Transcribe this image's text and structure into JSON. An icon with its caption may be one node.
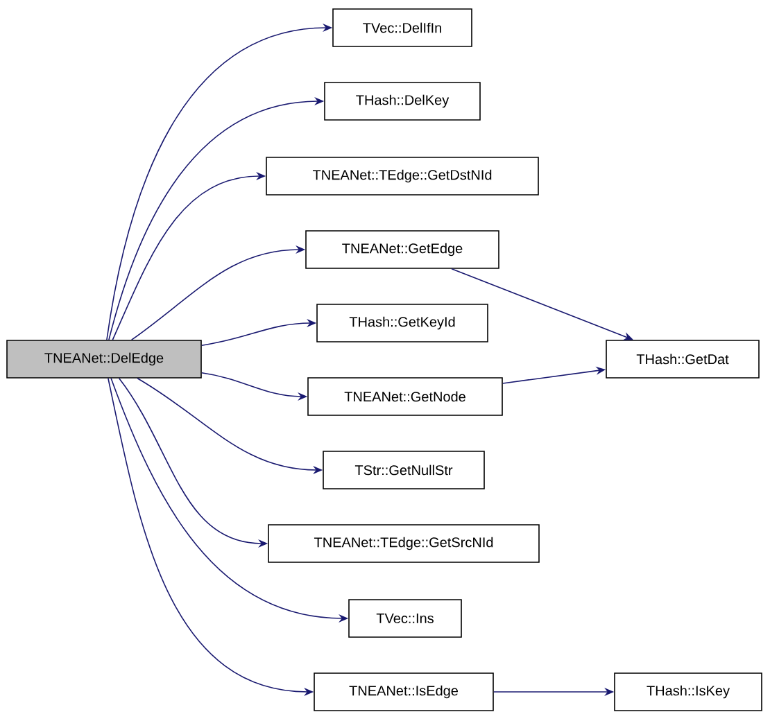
{
  "diagram": {
    "nodes": [
      {
        "text": [
          "TNEANet::DelEdge"
        ]
      },
      {
        "text": [
          "TVec::DelIfIn"
        ]
      },
      {
        "text": [
          "THash::DelKey"
        ]
      },
      {
        "text": [
          "TNEANet::TEdge::GetDstNId"
        ]
      },
      {
        "text": [
          "TNEANet::GetEdge"
        ]
      },
      {
        "text": [
          "THash::GetKeyId"
        ]
      },
      {
        "text": [
          "TNEANet::GetNode"
        ]
      },
      {
        "text": [
          "TStr::GetNullStr"
        ]
      },
      {
        "text": [
          "TNEANet::TEdge::GetSrcNId"
        ]
      },
      {
        "text": [
          "TVec::Ins"
        ]
      },
      {
        "text": [
          "TNEANet::IsEdge"
        ]
      },
      {
        "text": [
          "THash::GetDat"
        ]
      },
      {
        "text": [
          "THash::IsKey"
        ]
      }
    ],
    "edges": [
      {
        "from": 0,
        "to": 1,
        "arrow": "to"
      },
      {
        "from": 0,
        "to": 2,
        "arrow": "to"
      },
      {
        "from": 0,
        "to": 3,
        "arrow": "to"
      },
      {
        "from": 0,
        "to": 4,
        "arrow": "to"
      },
      {
        "from": 0,
        "to": 5,
        "arrow": "to"
      },
      {
        "from": 0,
        "to": 6,
        "arrow": "to"
      },
      {
        "from": 0,
        "to": 7,
        "arrow": "to"
      },
      {
        "from": 0,
        "to": 8,
        "arrow": "to"
      },
      {
        "from": 0,
        "to": 9,
        "arrow": "to"
      },
      {
        "from": 0,
        "to": 10,
        "arrow": "to"
      },
      {
        "from": 4,
        "to": 11,
        "arrow": "to"
      },
      {
        "from": 6,
        "to": 11,
        "arrow": "to"
      },
      {
        "from": 10,
        "to": 12,
        "arrow": "to"
      }
    ]
  }
}
